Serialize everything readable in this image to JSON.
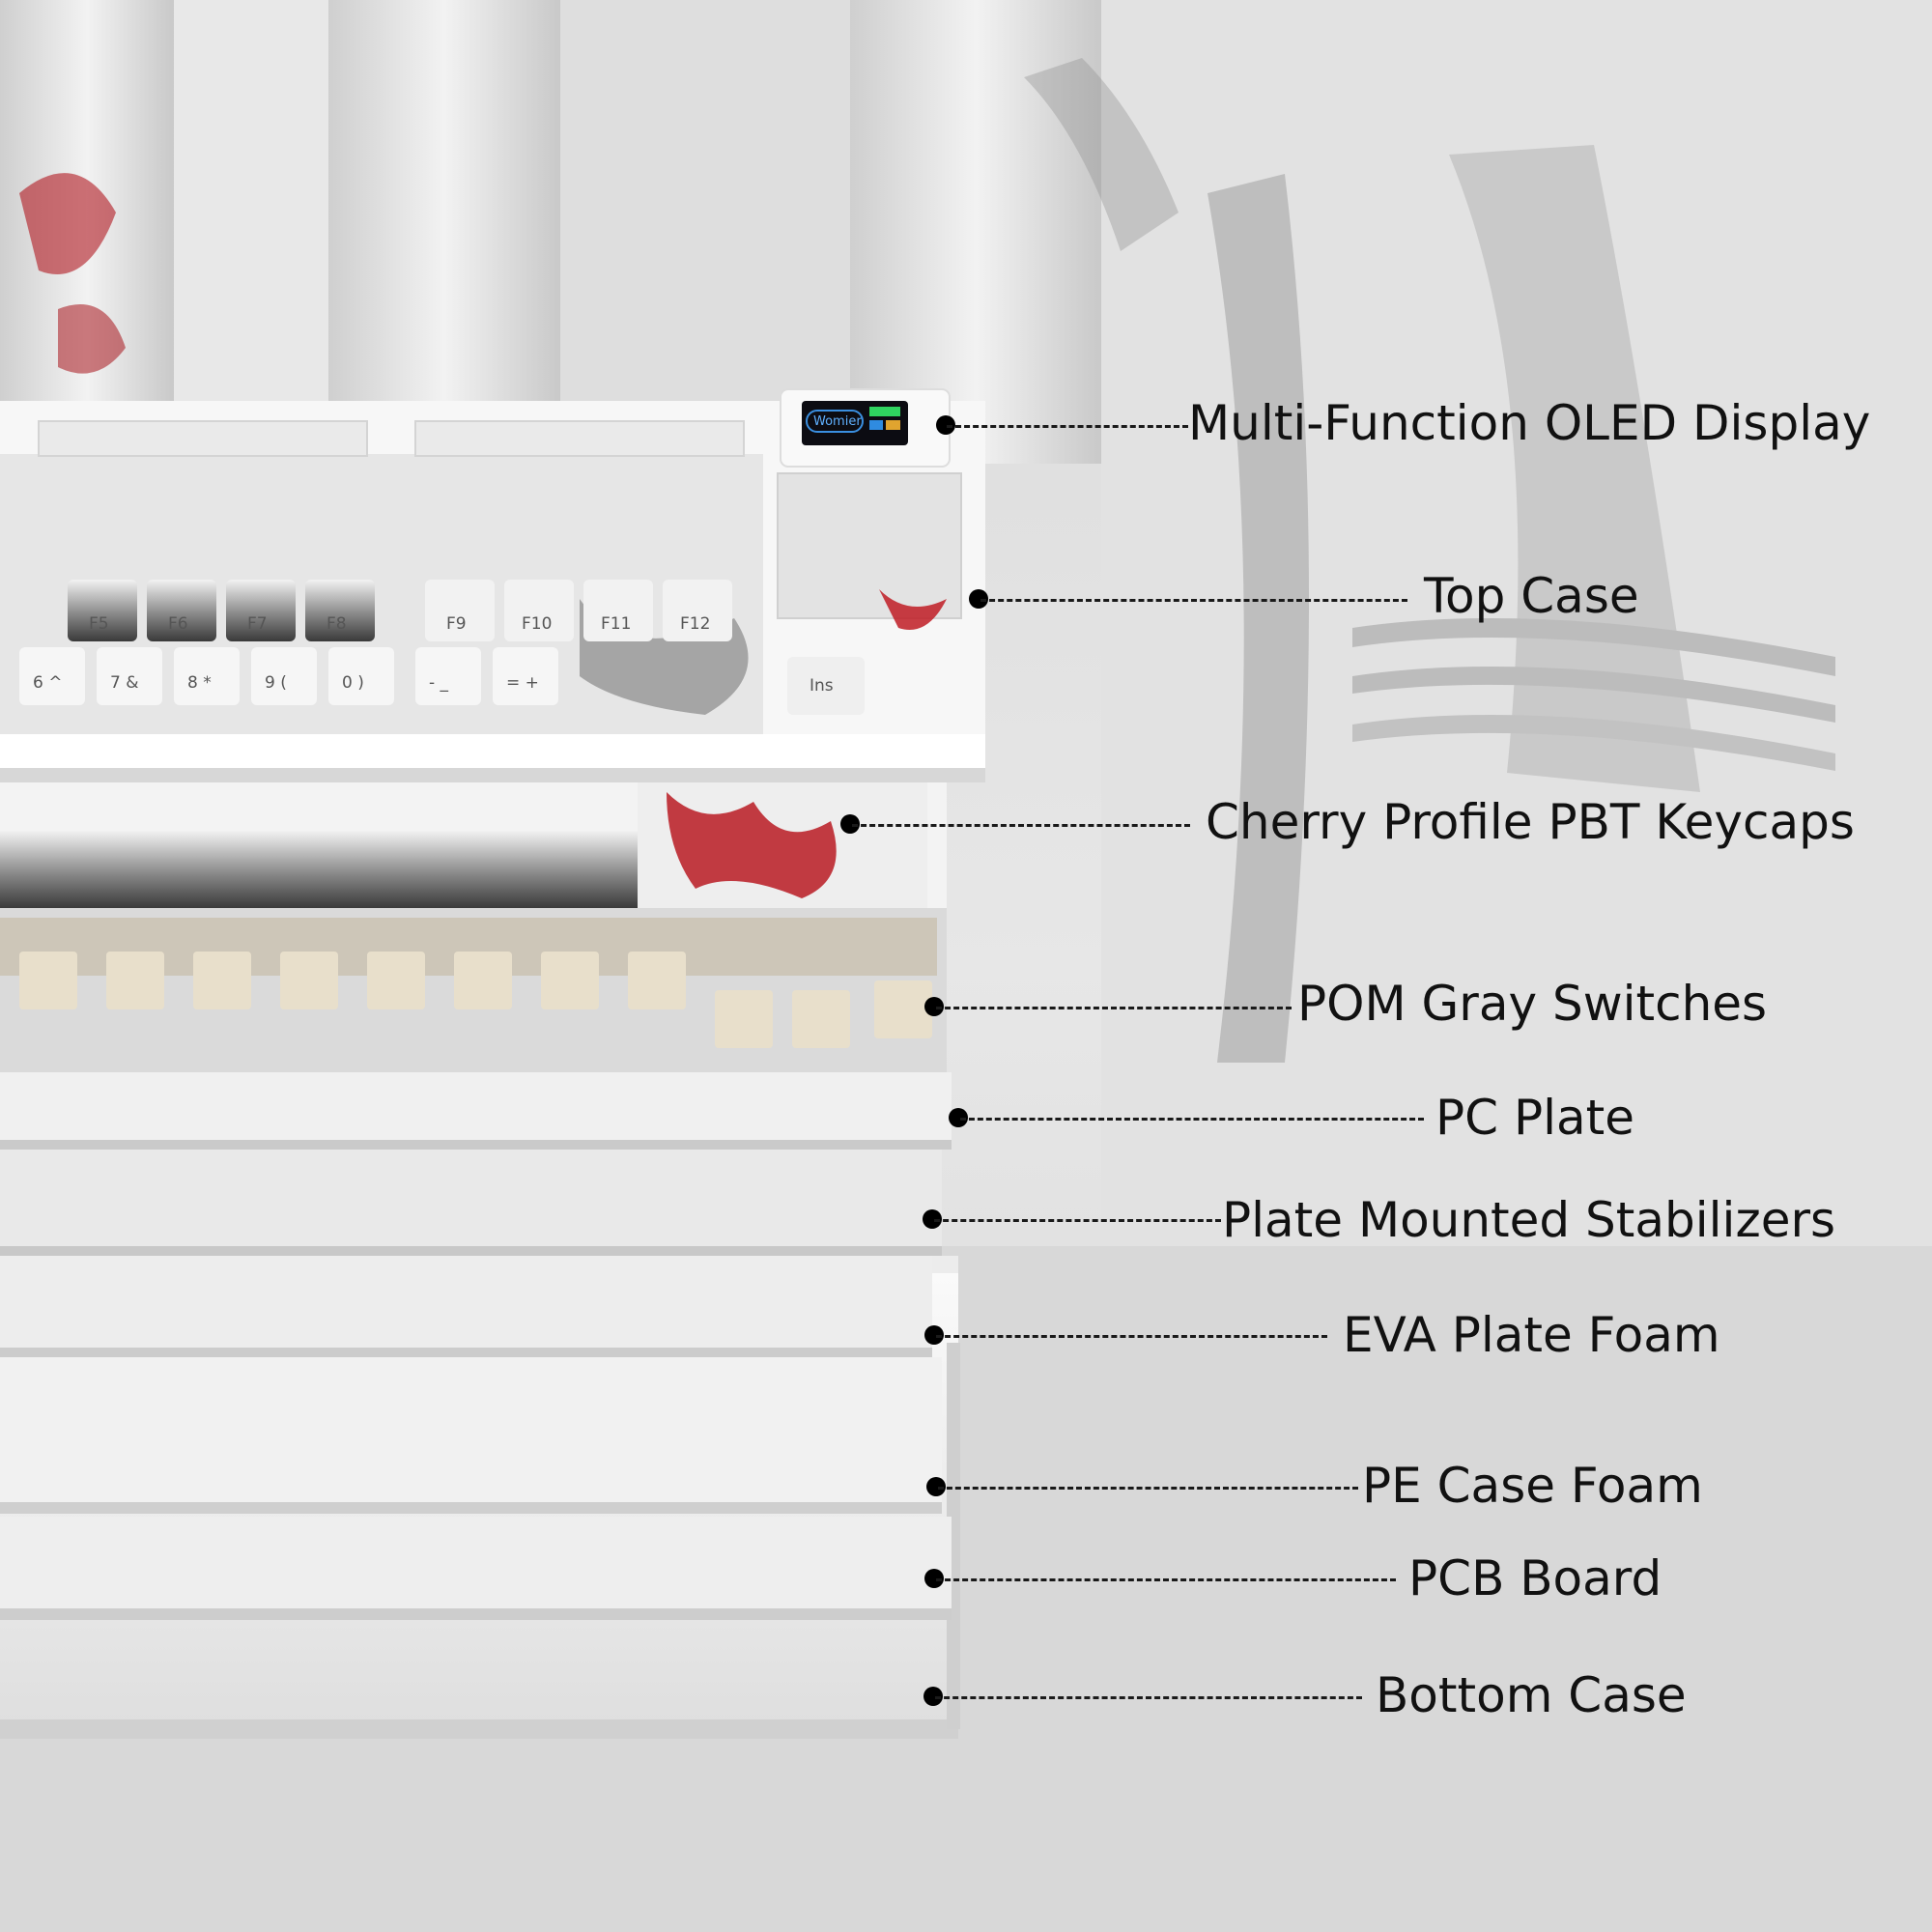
{
  "callouts": [
    {
      "id": "oled",
      "label": "Multi-Function OLED Display"
    },
    {
      "id": "top-case",
      "label": "Top Case"
    },
    {
      "id": "keycaps",
      "label": "Cherry Profile PBT Keycaps"
    },
    {
      "id": "switches",
      "label": "POM Gray Switches"
    },
    {
      "id": "pc-plate",
      "label": "PC Plate"
    },
    {
      "id": "stabilizers",
      "label": "Plate Mounted Stabilizers"
    },
    {
      "id": "plate-foam",
      "label": "EVA Plate Foam"
    },
    {
      "id": "case-foam",
      "label": "PE Case Foam"
    },
    {
      "id": "pcb",
      "label": "PCB Board"
    },
    {
      "id": "bottom-case",
      "label": "Bottom Case"
    }
  ],
  "oled_screen": {
    "brand": "Womier"
  },
  "keycap_legends": {
    "function_row": [
      "F5",
      "F6",
      "F7",
      "F8",
      "F9",
      "F10",
      "F11",
      "F12"
    ],
    "number_row": [
      "6 ^",
      "7 &",
      "8 *",
      "9 (",
      "0 )",
      "- _",
      "= +"
    ],
    "side_key": "Ins"
  },
  "colors": {
    "background": "#dcdcdc",
    "case": "#f7f7f7",
    "switch": "#e6dcc6",
    "blossom": "#c0202a"
  }
}
